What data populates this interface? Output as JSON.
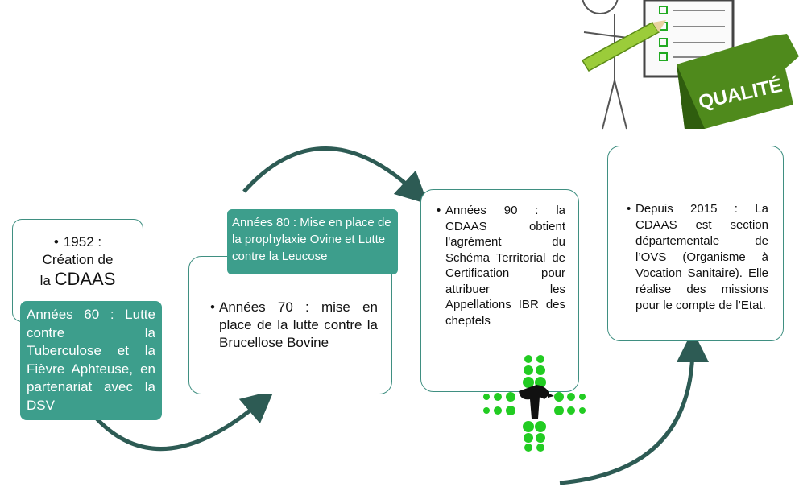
{
  "colors": {
    "teal": "#3d9e8c",
    "border": "#3f8f81",
    "arrow": "#2d5b54",
    "green": "#22cc22",
    "qualite_banner": "#4f8a1c"
  },
  "icons": {
    "illustration": "checklist-person-qualite-icon",
    "logo": "green-cross-bird-logo-icon"
  },
  "illustration": {
    "banner_text": "QUALITÉ"
  },
  "box1952": {
    "line1": "1952 :",
    "line2": "Création de",
    "line3a": "la ",
    "line3b": "CDAAS"
  },
  "teal60": {
    "text": "Années 60 : Lutte contre la Tuberculose et la Fièvre Aphteuse, en partenariat avec la DSV"
  },
  "teal80": {
    "text": "Années 80 : Mise en place de la prophylaxie Ovine et Lutte contre la Leucose"
  },
  "box70": {
    "text": "Années 70 : mise en place de la lutte contre la Brucellose Bovine"
  },
  "box90": {
    "text": "Années 90 : la CDAAS obtient l'agrément du Schéma Territorial de Certification pour attribuer les Appellations IBR des cheptels"
  },
  "box2015": {
    "text": "Depuis 2015 : La CDAAS est section départementale de l’OVS (Organisme à Vocation Sanitaire). Elle réalise des missions pour le compte de l’Etat."
  }
}
